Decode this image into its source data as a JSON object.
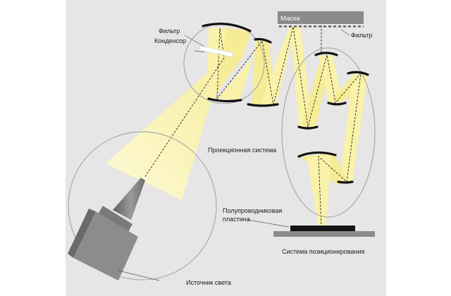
{
  "labels": {
    "mask": "Маска",
    "filter_top": "Фильтр",
    "condenser": "Конденсор",
    "filter_right": "Фильтр",
    "projection_system": "Проекционная система",
    "wafer_line1": "Полупроводниковая",
    "wafer_line2": "пластина",
    "positioning_system": "Система позиционирования",
    "light_source": "Источник света"
  },
  "colors": {
    "background": "#e6e6e6",
    "beam": "#f9f2a8",
    "mirror": "#111111",
    "circle_outline": "#aaaaaa",
    "mask": "#8a8a8a",
    "source_body": "#8c8c8c",
    "stage": "#8a8a8a",
    "wafer": "#141414"
  }
}
